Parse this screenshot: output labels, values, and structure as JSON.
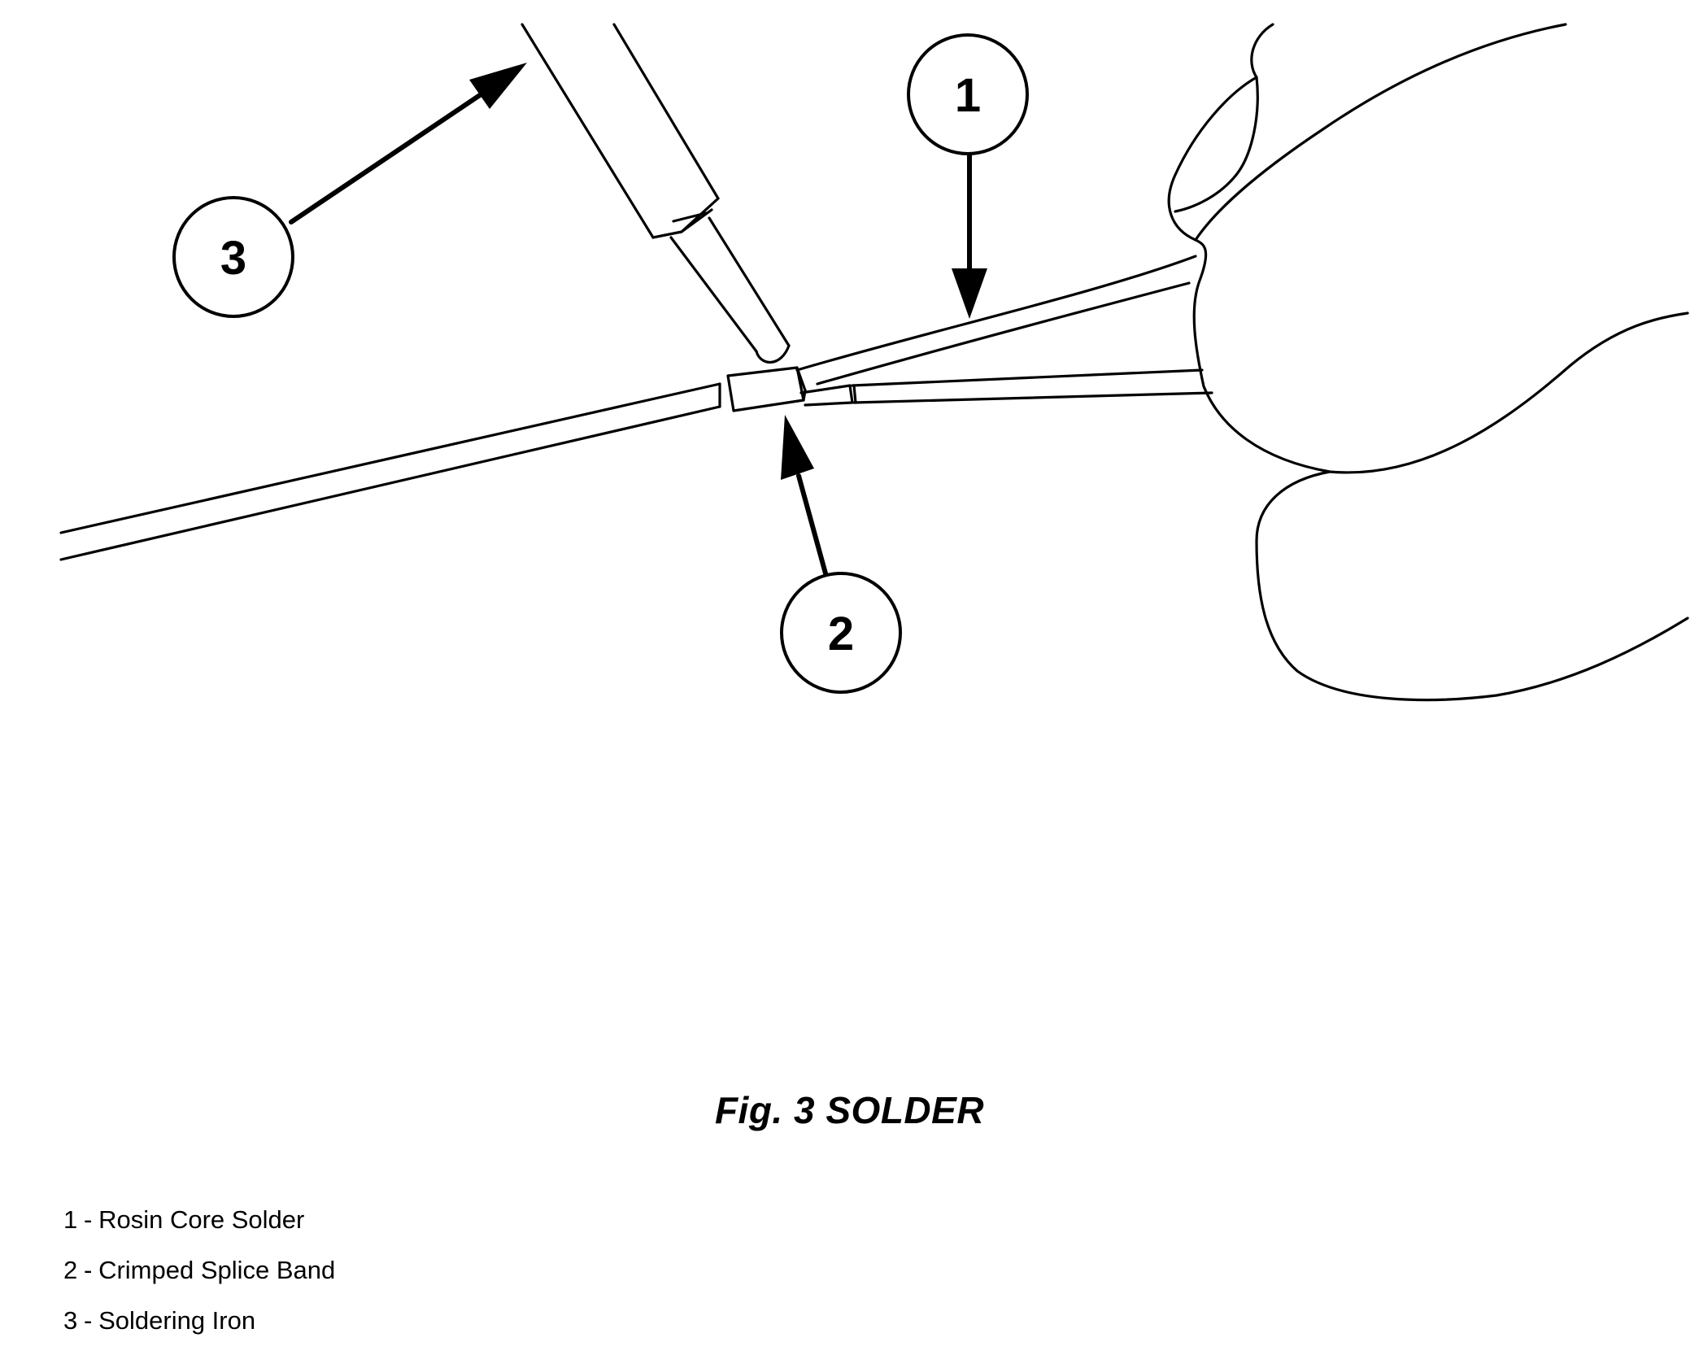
{
  "figure": {
    "caption": "Fig. 3 SOLDER"
  },
  "callouts": [
    {
      "number": "1",
      "label": "Rosin Core Solder"
    },
    {
      "number": "2",
      "label": "Crimped Splice Band"
    },
    {
      "number": "3",
      "label": "Soldering Iron"
    }
  ],
  "legend": {
    "separator": "-"
  }
}
